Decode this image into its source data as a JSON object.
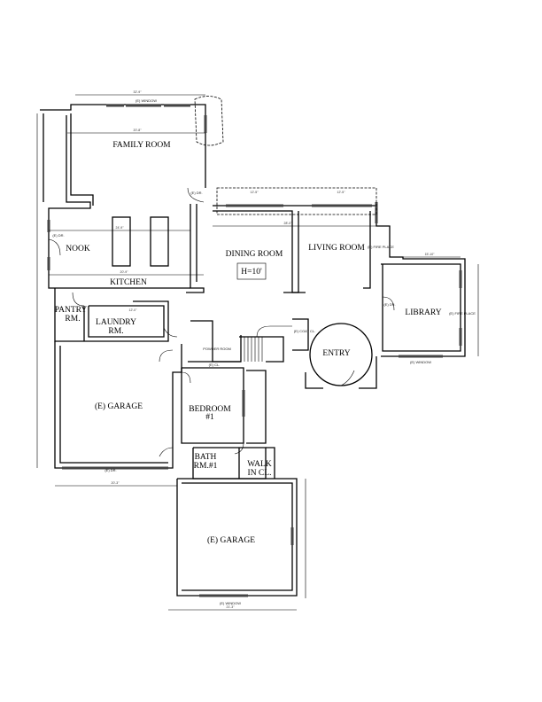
{
  "rooms": {
    "family_room": "FAMILY ROOM",
    "nook": "NOOK",
    "kitchen": "KITCHEN",
    "pantry": "PANTRY",
    "pantry2": "RM.",
    "laundry": "LAUNDRY",
    "laundry2": "RM.",
    "dining": "DINING ROOM",
    "ceiling": "H=10'",
    "living": "LIVING ROOM",
    "library": "LIBRARY",
    "entry": "ENTRY",
    "garage1": "(E) GARAGE",
    "bedroom": "BEDROOM",
    "bedroom2": "#1",
    "bath": "BATH",
    "bath2": "RM.#1",
    "walkin": "WALK",
    "walkin2": "IN CL.",
    "garage2": "(E) GARAGE"
  },
  "notes": {
    "window": "(E) WINDOW",
    "door": "(E) DR.",
    "fireplace": "(E) FIRE PLACE",
    "coat": "(E) COAT CL.",
    "closet": "(E) CL.",
    "powder": "POWDER ROOM"
  },
  "dimensions": {
    "top": "32'-9\"",
    "family_width": "20'-8\"",
    "kitchen_top": "24'-9\"",
    "kitchen_bottom": "20'-9\"",
    "dining_window": "12'-5\"",
    "living_window": "12'-5\"",
    "dining_living": "28'-0\"",
    "library_top": "15'-10\"",
    "garage_bottom": "21'-3\"",
    "laundry": "12'-0\"",
    "left_garage_bottom": "20'-3\""
  }
}
